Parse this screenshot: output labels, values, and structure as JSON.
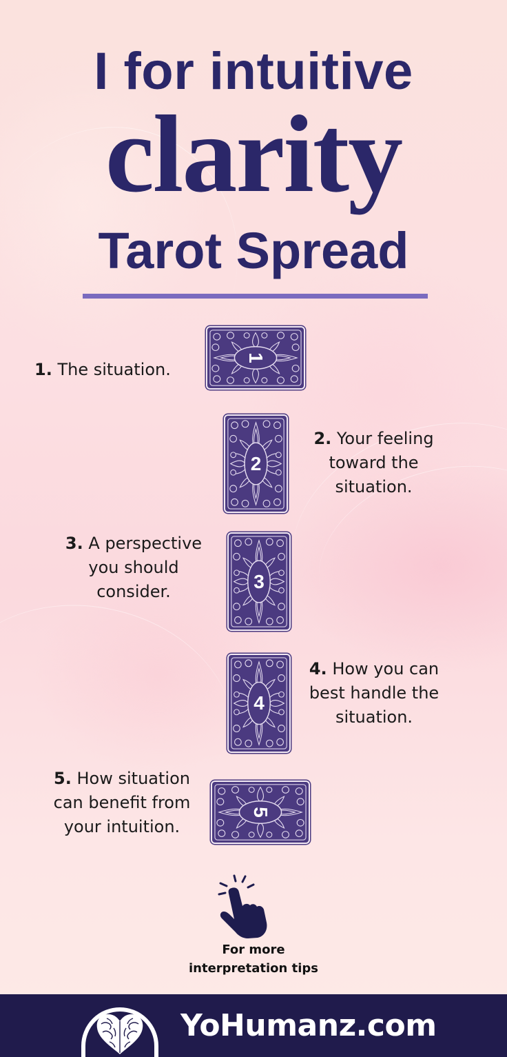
{
  "title": {
    "line1": "I for intuitive",
    "line2": "clarity",
    "line3": "Tarot Spread"
  },
  "colors": {
    "title": "#2b2769",
    "divider": "#7a6bbf",
    "card": "#4b3a80",
    "footer": "#201b4c"
  },
  "positions": [
    {
      "number": "1",
      "num_label": "1.",
      "lines": [
        "The situation."
      ],
      "orientation": "landscape"
    },
    {
      "number": "2",
      "num_label": "2.",
      "lines": [
        "Your feeling",
        "toward the",
        "situation."
      ],
      "orientation": "portrait"
    },
    {
      "number": "3",
      "num_label": "3.",
      "lines": [
        "A perspective",
        "you should",
        "consider."
      ],
      "orientation": "portrait"
    },
    {
      "number": "4",
      "num_label": "4.",
      "lines": [
        "How you can",
        "best handle the",
        "situation."
      ],
      "orientation": "portrait"
    },
    {
      "number": "5",
      "num_label": "5.",
      "lines": [
        "How situation",
        "can benefit from",
        "your intuition."
      ],
      "orientation": "landscape"
    }
  ],
  "cta": {
    "icon": "pointing-hand-icon",
    "line1": "For more",
    "line2": "interpretation tips"
  },
  "footer": {
    "logo_icon": "brain-heart-icon",
    "site": "YoHumanz.com"
  }
}
